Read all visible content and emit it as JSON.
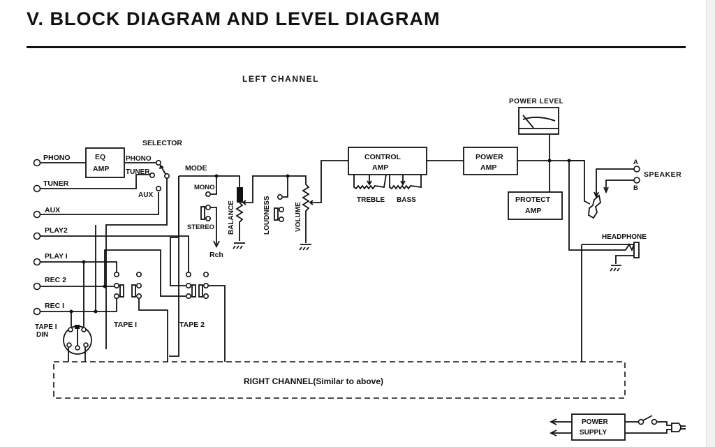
{
  "document": {
    "heading": "V.  BLOCK DIAGRAM AND LEVEL DIAGRAM",
    "section_label": "LEFT CHANNEL"
  },
  "inputs": {
    "phono": "PHONO",
    "tuner": "TUNER",
    "aux": "AUX",
    "play2": "PLAY2",
    "play1": "PLAY I",
    "rec2": "REC 2",
    "rec1": "REC I",
    "tape1_din_line1": "TAPE I",
    "tape1_din_line2": "DIN"
  },
  "blocks": {
    "eq_amp_line1": "EQ",
    "eq_amp_line2": "AMP",
    "control_amp_line1": "CONTROL",
    "control_amp_line2": "AMP",
    "power_amp_line1": "POWER",
    "power_amp_line2": "AMP",
    "protect_amp_line1": "PROTECT",
    "protect_amp_line2": "AMP",
    "power_supply_line1": "POWER",
    "power_supply_line2": "SUPPLY"
  },
  "selector": {
    "label": "SELECTOR",
    "positions": [
      "PHONO",
      "TUNER",
      "AUX"
    ]
  },
  "mode": {
    "label": "MODE",
    "mono": "MONO",
    "stereo": "STEREO",
    "rch": "Rch"
  },
  "controls": {
    "balance": "BALANCE",
    "loudness": "LOUDNESS",
    "volume": "VOLUME",
    "treble": "TREBLE",
    "bass": "BASS"
  },
  "tape_switches": {
    "tape1": "TAPE I",
    "tape2": "TAPE 2"
  },
  "outputs": {
    "power_level": "POWER LEVEL",
    "speaker": "SPEAKER",
    "speaker_a": "A",
    "speaker_b": "B",
    "headphone": "HEADPHONE"
  },
  "right_channel": {
    "label": "RIGHT CHANNEL(Similar to above)"
  }
}
